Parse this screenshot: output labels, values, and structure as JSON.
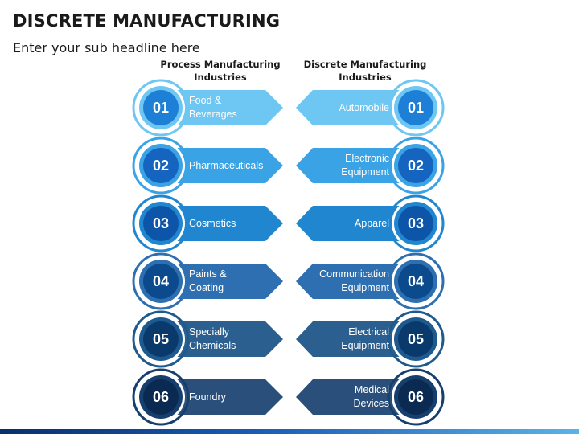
{
  "title": "DISCRETE MANUFACTURING",
  "subtitle": "Enter your sub headline here",
  "left_heading": "Process Manufacturing\nIndustries",
  "right_heading": "Discrete Manufacturing\nIndustries",
  "rows": [
    {
      "number": "01",
      "left": "Food &\nBeverages",
      "right": "Automobile",
      "ring": "#6ec6f2",
      "arrow": "#6ec6f2",
      "disc": "#1e7fd6"
    },
    {
      "number": "02",
      "left": "Pharmaceuticals",
      "right": "Electronic\nEquipment",
      "ring": "#3aa3e6",
      "arrow": "#3aa3e6",
      "disc": "#1565c0"
    },
    {
      "number": "03",
      "left": "Cosmetics",
      "right": "Apparel",
      "ring": "#1f86cf",
      "arrow": "#1f86cf",
      "disc": "#0d55a8"
    },
    {
      "number": "04",
      "left": "Paints &\nCoating",
      "right": "Communication\nEquipment",
      "ring": "#2d6fb0",
      "arrow": "#2d6fb0",
      "disc": "#0b4a8c"
    },
    {
      "number": "05",
      "left": "Specially\nChemicals",
      "right": "Electrical\nEquipment",
      "ring": "#1f5a8f",
      "arrow": "#2a5f8f",
      "disc": "#0a3a6b"
    },
    {
      "number": "06",
      "left": "Foundry",
      "right": "Medical\nDevices",
      "ring": "#173f6e",
      "arrow": "#2a4f7a",
      "disc": "#0a2a52"
    }
  ]
}
